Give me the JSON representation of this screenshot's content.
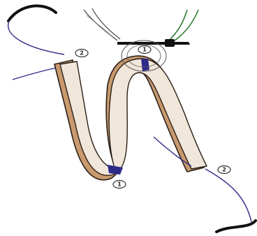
{
  "markers": {
    "top_left": "2",
    "top_center": "1",
    "bottom_center": "1",
    "bottom_right": "2"
  },
  "colors": {
    "suture": "#2e2a8a",
    "tissue_face": "#f1e6da",
    "tissue_side": "#c99a6e",
    "outline": "#2a1f17",
    "needle": "#111111",
    "forceps_green": "#2f7d32",
    "forceps_outline": "#444444",
    "holder": "#111111"
  }
}
